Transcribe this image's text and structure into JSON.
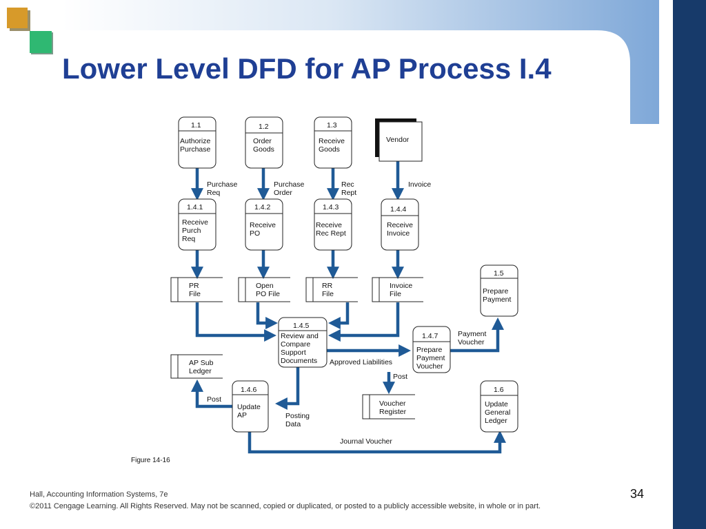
{
  "slide": {
    "title": "Lower Level DFD for AP Process I.4",
    "figure_label": "Figure 14-16",
    "slide_number": "34",
    "footer_line1": "Hall, Accounting Information Systems, 7e",
    "footer_line2": "©2011 Cengage Learning. All Rights Reserved. May not be scanned, copied or duplicated, or posted to a publicly accessible website, in whole or in part."
  },
  "colors": {
    "title": "#1f3f94",
    "arrow": "#1f5a96",
    "band_gradient_start": "#ffffff",
    "band_gradient_end": "#7fa8d8",
    "right_bar": "#173a6a",
    "square_orange": "#d79a2a",
    "square_green": "#2fb872"
  },
  "diagram": {
    "processes": {
      "p1_1": {
        "id": "1.1",
        "lines": [
          "Authorize",
          "Purchase"
        ]
      },
      "p1_2": {
        "id": "1.2",
        "lines": [
          "Order",
          "Goods"
        ]
      },
      "p1_3": {
        "id": "1.3",
        "lines": [
          "Receive",
          "Goods"
        ]
      },
      "p1_4_1": {
        "id": "1.4.1",
        "lines": [
          "Receive",
          "Purch",
          "Req"
        ]
      },
      "p1_4_2": {
        "id": "1.4.2",
        "lines": [
          "Receive",
          "PO"
        ]
      },
      "p1_4_3": {
        "id": "1.4.3",
        "lines": [
          "Receive",
          "Rec Rept"
        ]
      },
      "p1_4_4": {
        "id": "1.4.4",
        "lines": [
          "Receive",
          "Invoice"
        ]
      },
      "p1_4_5": {
        "id": "1.4.5",
        "lines": [
          "Review and",
          "Compare",
          "Support",
          "Documents"
        ]
      },
      "p1_4_6": {
        "id": "1.4.6",
        "lines": [
          "Update",
          "AP"
        ]
      },
      "p1_4_7": {
        "id": "1.4.7",
        "lines": [
          "Prepare",
          "Payment",
          "Voucher"
        ]
      },
      "p1_5": {
        "id": "1.5",
        "lines": [
          "Prepare",
          "Payment"
        ]
      },
      "p1_6": {
        "id": "1.6",
        "lines": [
          "Update",
          "General",
          "Ledger"
        ]
      }
    },
    "entities": {
      "vendor": {
        "label": "Vendor"
      }
    },
    "stores": {
      "pr_file": {
        "lines": [
          "PR",
          "File"
        ]
      },
      "open_po_file": {
        "lines": [
          "Open",
          "PO File"
        ]
      },
      "rr_file": {
        "lines": [
          "RR",
          "File"
        ]
      },
      "invoice_file": {
        "lines": [
          "Invoice",
          "File"
        ]
      },
      "ap_sub_ledger": {
        "lines": [
          "AP Sub",
          "Ledger"
        ]
      },
      "voucher_register": {
        "lines": [
          "Voucher",
          "Register"
        ]
      }
    },
    "flows": {
      "purchase_req": [
        "Purchase",
        "Req"
      ],
      "purchase_order": [
        "Purchase",
        "Order"
      ],
      "rec_rept": [
        "Rec",
        "Rept"
      ],
      "invoice": [
        "Invoice"
      ],
      "approved_liabilities": [
        "Approved Liabilities"
      ],
      "payment_voucher": [
        "Payment",
        "Voucher"
      ],
      "post_voucher": [
        "Post"
      ],
      "post_ap": [
        "Post"
      ],
      "posting_data": [
        "Posting",
        "Data"
      ],
      "journal_voucher": [
        "Journal Voucher"
      ]
    }
  }
}
